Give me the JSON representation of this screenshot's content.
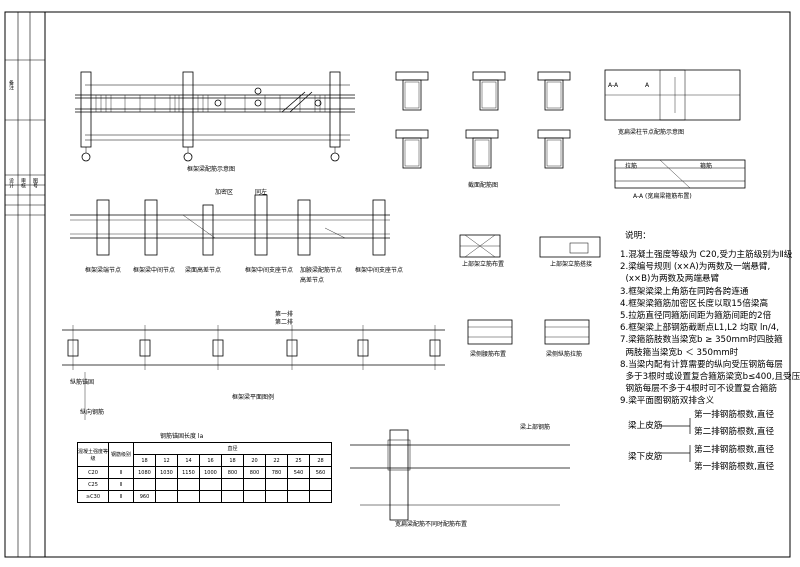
{
  "sidebar": {
    "texts": [
      "备注",
      "设计",
      "审核",
      "图号"
    ]
  },
  "views": {
    "frame_elevation": "框架梁配筋示意图",
    "section_detail": "截面配筋图",
    "wide_beam": "宽扁梁柱节点配筋示意图",
    "aa_section": "A-A (宽扁梁箍筋布置)",
    "end_joint": "框架梁端节点",
    "middle_joint": "框架梁中间节点",
    "step_joint": "梁面高差节点",
    "mid_support": "框架中间支座节点",
    "haunch": "加腋梁配筋节点",
    "end_support": "框架中间支座节点",
    "bottom_note": "高差节点",
    "top_strengthen": "上部架立筋布置",
    "lap_top": "上部架立筋搭接",
    "plan": "框架梁平面图例",
    "side_bar_1": "梁侧腰筋布置",
    "side_bar_2": "梁侧纵筋拉筋",
    "wide_flat": "宽扁梁配筋不同时配筋布置",
    "cut_label_a": "A",
    "cut_label_aa": "A-A",
    "annot_1": "加密区",
    "annot_2": "同左",
    "annot_3": "纵筋锚固",
    "annot_4": "第一排",
    "annot_5": "第二排",
    "annot_6": "纵向钢筋",
    "annot_7": "梁上部钢筋",
    "annot_8": "拉筋",
    "annot_9": "箍筋"
  },
  "notes": {
    "heading": "说明：",
    "lines": [
      "1.混凝土强度等级为 C20,受力主筋级别为Ⅱ级",
      "2.梁编号规则 (x×A)为两数及一端悬臂,",
      "  (x×B)为两数及两端悬臂",
      "3.框架梁梁上角筋在同跨各跨连通",
      "4.框架梁箍筋加密区长度以取15倍梁高",
      "5.拉筋直径同箍筋间距为箍筋间距的2倍",
      "6.框架梁上部钢筋截断点L1,L2 均取 ln/4,",
      "7.梁箍筋肢数当梁宽b ≥ 350mm时四肢箍",
      "  两肢箍当梁宽b ＜ 350mm时",
      "8.当梁内配有计算需要的纵向受压钢筋每层",
      "  多于3根时或设置复合箍筋梁宽b≤400,且受压",
      "  钢筋每层不多于4根时可不设置复合箍筋",
      "9.梁平面图钢筋双排含义"
    ],
    "top_label": "梁上皮筋",
    "bottom_label": "梁下皮筋",
    "top_rows": [
      "第一排钢筋根数,直径",
      "第二排钢筋根数,直径"
    ],
    "bottom_rows": [
      "第二排钢筋根数,直径",
      "第一排钢筋根数,直径"
    ]
  },
  "table": {
    "title": "钢筋锚固长度 la",
    "headers": [
      "混凝土强度等级",
      "钢筋级别",
      "直径"
    ],
    "diameters": [
      "18",
      "12",
      "14",
      "16",
      "18",
      "20",
      "22",
      "25",
      "28"
    ],
    "rows": [
      [
        "C20",
        "Ⅱ",
        "1080",
        "1030",
        "1150",
        "1000",
        "800",
        "800",
        "780",
        "540",
        "560"
      ],
      [
        "C25",
        "Ⅱ",
        "",
        "",
        "",
        "",
        "",
        "",
        "",
        "",
        ""
      ],
      [
        "≥C30",
        "Ⅱ",
        "960",
        "",
        "",
        "",
        "",
        "",
        "",
        "",
        ""
      ]
    ]
  }
}
